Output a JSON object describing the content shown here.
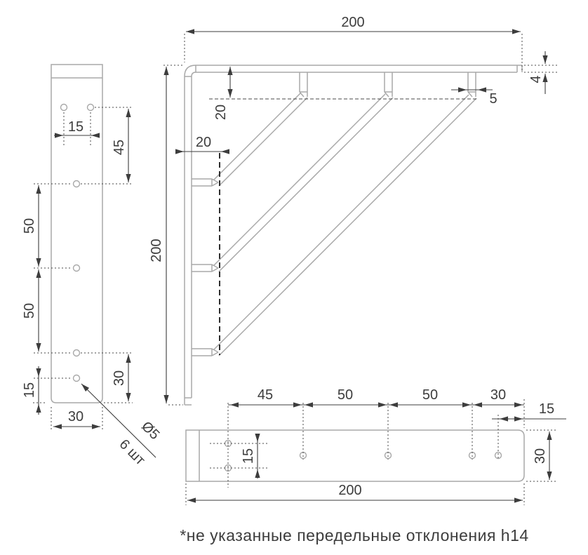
{
  "caption": "*не указанные передельные отклонения h14",
  "colors": {
    "part_outline": "#a8a8a8",
    "dimension": "#3d3d3d",
    "background": "#ffffff"
  },
  "front_view": {
    "hole_pair_spacing": "15",
    "pair_to_third_hole": "45",
    "third_to_fourth_hole": "50",
    "fourth_to_fifth_hole": "50",
    "sixth_hole_to_bottom": "15",
    "fifth_hole_to_bottom": "30",
    "plate_width": "30",
    "hole_diameter": "Ø5",
    "hole_count": "6 шт"
  },
  "side_view": {
    "length": "200",
    "height": "200",
    "strut_top_offset": "20",
    "strut_wall_offset": "20",
    "strut_width": "5",
    "plate_thickness": "4"
  },
  "bottom_view": {
    "first_span": "45",
    "second_span": "50",
    "third_span": "50",
    "fourth_span": "30",
    "last_hole_to_edge": "15",
    "plate_width": "30",
    "hole_pair_spacing": "15",
    "length": "200"
  }
}
